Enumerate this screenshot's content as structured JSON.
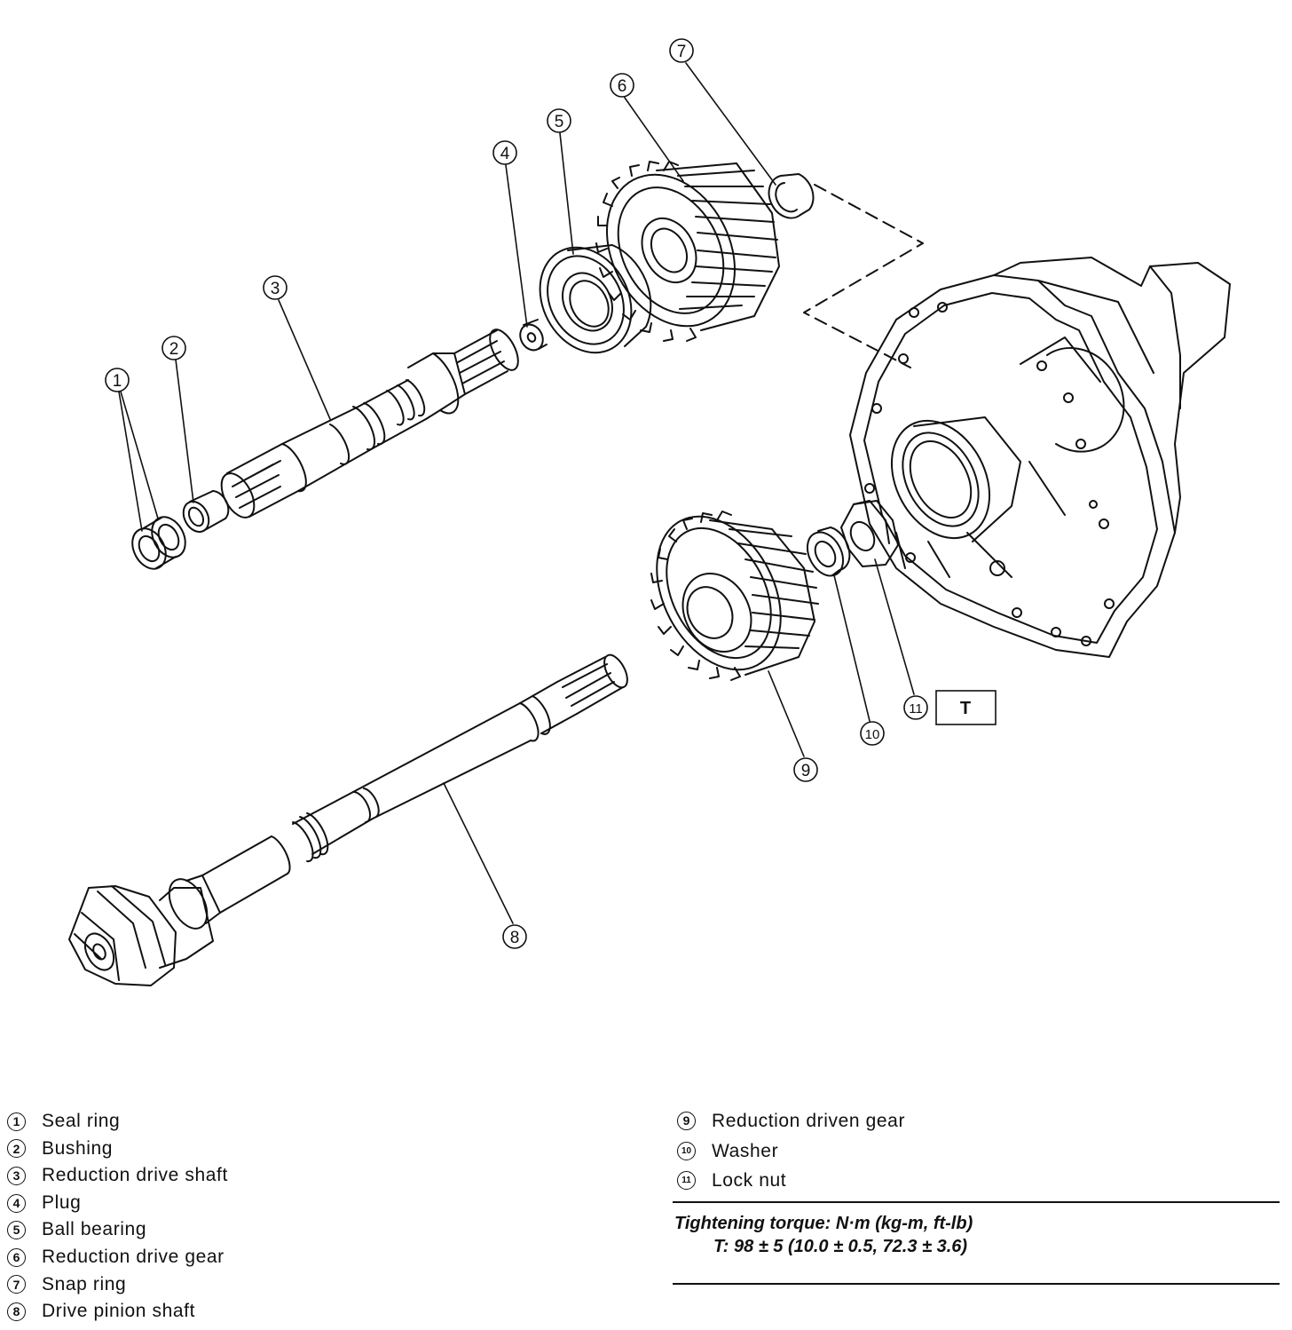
{
  "callouts": {
    "n1": "1",
    "n2": "2",
    "n3": "3",
    "n4": "4",
    "n5": "5",
    "n6": "6",
    "n7": "7",
    "n8": "8",
    "n9": "9",
    "n10": "10",
    "n11": "11"
  },
  "torque_box_label": "T",
  "legend_left": [
    {
      "num": "1",
      "label": "Seal ring"
    },
    {
      "num": "2",
      "label": "Bushing"
    },
    {
      "num": "3",
      "label": "Reduction drive shaft"
    },
    {
      "num": "4",
      "label": "Plug"
    },
    {
      "num": "5",
      "label": "Ball bearing"
    },
    {
      "num": "6",
      "label": "Reduction drive gear"
    },
    {
      "num": "7",
      "label": "Snap ring"
    },
    {
      "num": "8",
      "label": "Drive pinion shaft"
    }
  ],
  "legend_right": [
    {
      "num": "9",
      "label": "Reduction driven gear"
    },
    {
      "num": "10",
      "label": "Washer"
    },
    {
      "num": "11",
      "label": "Lock nut"
    }
  ],
  "torque": {
    "header": "Tightening torque: N·m (kg-m, ft-lb)",
    "value": "T: 98 ± 5 (10.0 ± 0.5, 72.3 ± 3.6)"
  }
}
